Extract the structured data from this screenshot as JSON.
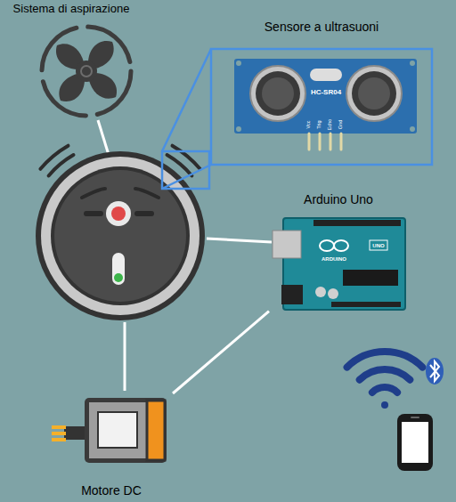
{
  "diagram": {
    "nodes": [
      {
        "text": [
          "Sistema di aspirazione"
        ]
      },
      {
        "text": [
          "Sensore a ultrasuoni"
        ]
      },
      {
        "text": [
          "Arduino Uno"
        ]
      },
      {
        "text": [
          "Motore DC"
        ]
      }
    ],
    "edges": [
      {
        "from": 2,
        "to": 3,
        "arrow": "none"
      }
    ],
    "labels": [
      "HC-SR04",
      "Vcc",
      "Trig",
      "Echo",
      "Gnd",
      "ARDUINO",
      "UNO"
    ]
  }
}
